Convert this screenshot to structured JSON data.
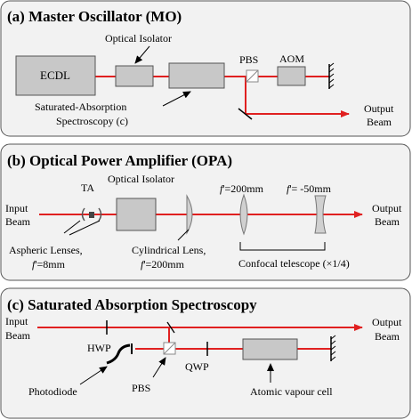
{
  "colors": {
    "beam": "#e02020",
    "panel_bg": "#f2f2f2",
    "component_fill": "#c8c8c8",
    "outline": "#555555"
  },
  "panel_a": {
    "title": "(a) Master Oscillator (MO)",
    "ecdl": "ECDL",
    "optical_isolator": "Optical Isolator",
    "pbs": "PBS",
    "aom": "AOM",
    "sas_line1": "Saturated-Absorption",
    "sas_line2": "Spectroscopy (c)",
    "output_line1": "Output",
    "output_line2": "Beam"
  },
  "panel_b": {
    "title": "(b) Optical Power Amplifier (OPA)",
    "input_line1": "Input",
    "input_line2": "Beam",
    "ta": "TA",
    "optical_isolator": "Optical Isolator",
    "f1_prefix": "f",
    "f1_value": "'=200mm",
    "f2_prefix": "f",
    "f2_value": "'= -50mm",
    "output_line1": "Output",
    "output_line2": "Beam",
    "aspheric_line1": "Aspheric Lenses,",
    "aspheric_f_prefix": "f",
    "aspheric_f_value": "'=8mm",
    "cyl_line1": "Cylindrical Lens,",
    "cyl_f_prefix": "f",
    "cyl_f_value": "'=200mm",
    "confocal": "Confocal telescope (×1/4)"
  },
  "panel_c": {
    "title": "(c) Saturated Absorption Spectroscopy",
    "input_line1": "Input",
    "input_line2": "Beam",
    "hwp": "HWP",
    "output_line1": "Output",
    "output_line2": "Beam",
    "qwp": "QWP",
    "photodiode": "Photodiode",
    "pbs": "PBS",
    "vapour_cell": "Atomic vapour cell"
  }
}
